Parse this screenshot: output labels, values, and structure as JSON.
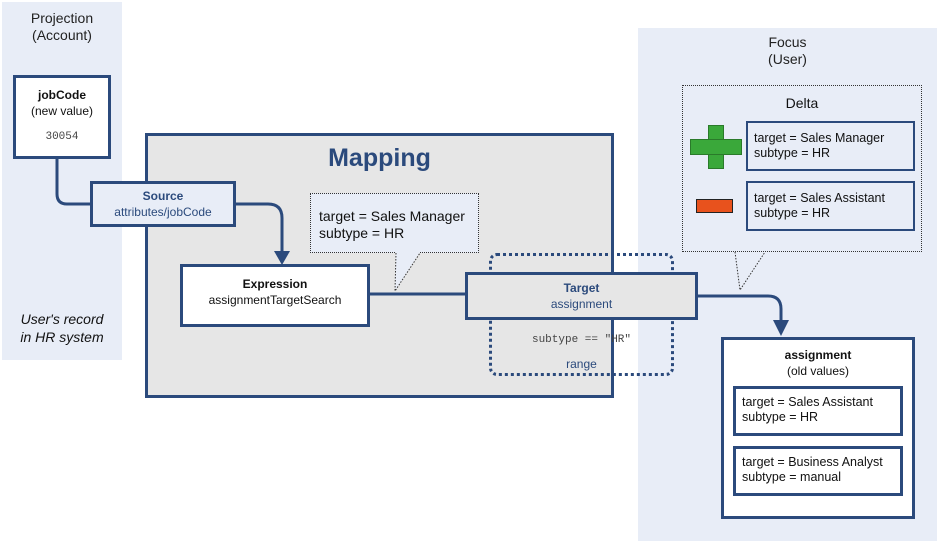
{
  "projection": {
    "title": "Projection\n(Account)",
    "jobcode_title": "jobCode",
    "jobcode_sub": "(new value)",
    "jobcode_value": "30054",
    "caption": "User's record\nin HR system"
  },
  "focus": {
    "title": "Focus\n(User)"
  },
  "mapping": {
    "title": "Mapping",
    "source_title": "Source",
    "source_path": "attributes/jobCode",
    "expression_title": "Expression",
    "expression_name": "assignmentTargetSearch",
    "expression_result": "target = Sales Manager\nsubtype = HR",
    "target_title": "Target",
    "target_name": "assignment",
    "range_condition": "subtype == \"HR\"",
    "range_label": "range"
  },
  "delta": {
    "title": "Delta",
    "add_item": "target = Sales Manager\nsubtype = HR",
    "remove_item": "target = Sales Assistant\nsubtype = HR"
  },
  "assignment": {
    "title": "assignment",
    "sub": "(old values)",
    "items": [
      "target = Sales Assistant\nsubtype = HR",
      "target = Business Analyst\nsubtype = manual"
    ]
  },
  "colors": {
    "navy": "#2b4a7c",
    "plus_green": "#3aa83a",
    "minus_orange": "#e8521d",
    "panel_bg": "#e8edf7",
    "mapping_bg": "#e6e6e6"
  }
}
